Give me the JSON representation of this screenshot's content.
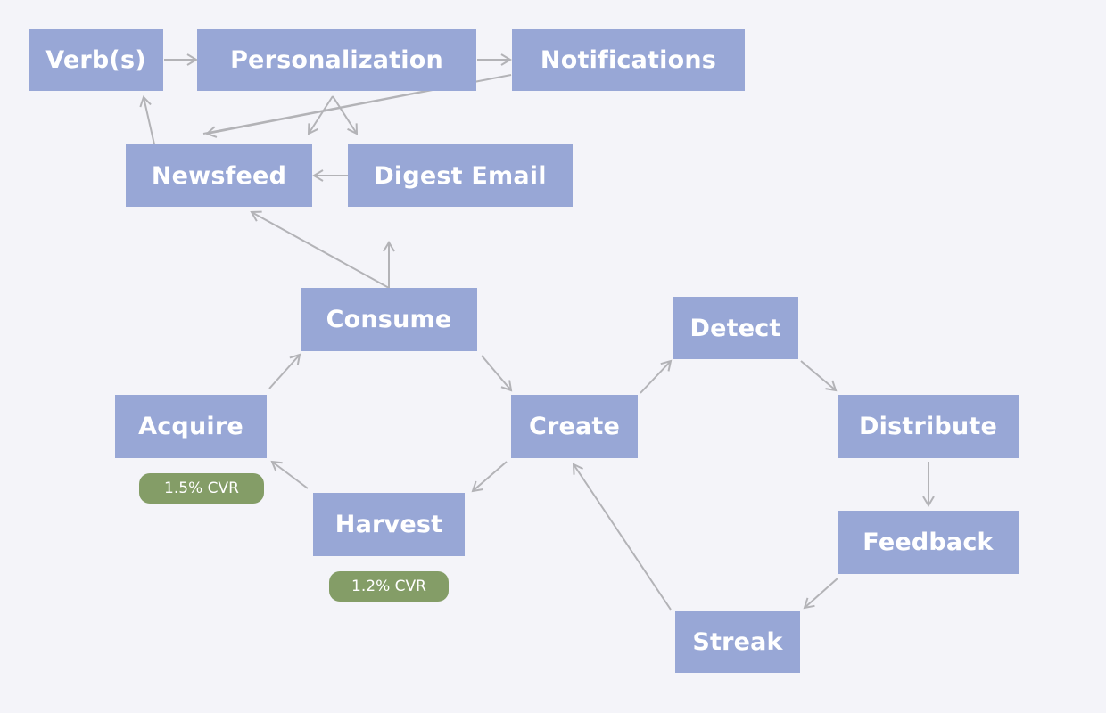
{
  "nodes": {
    "verbs": "Verb(s)",
    "personalization": "Personalization",
    "notifications": "Notifications",
    "newsfeed": "Newsfeed",
    "digest_email": "Digest Email",
    "consume": "Consume",
    "acquire": "Acquire",
    "create": "Create",
    "harvest": "Harvest",
    "detect": "Detect",
    "distribute": "Distribute",
    "feedback": "Feedback",
    "streak": "Streak"
  },
  "badges": {
    "acquire_cvr": "1.5% CVR",
    "harvest_cvr": "1.2% CVR"
  },
  "colors": {
    "background": "#f4f4f9",
    "node": "#98a7d6",
    "node_text": "#ffffff",
    "badge": "#849d67",
    "arrow": "#b3b3b7"
  },
  "edges": [
    {
      "from": "verbs",
      "to": "personalization"
    },
    {
      "from": "personalization",
      "to": "notifications"
    },
    {
      "from": "notifications",
      "to": "newsfeed"
    },
    {
      "from": "personalization",
      "to": "newsfeed"
    },
    {
      "from": "personalization",
      "to": "digest_email"
    },
    {
      "from": "newsfeed",
      "to": "verbs"
    },
    {
      "from": "digest_email",
      "to": "newsfeed"
    },
    {
      "from": "consume",
      "to": "newsfeed"
    },
    {
      "from": "consume",
      "to": "up"
    },
    {
      "from": "acquire",
      "to": "consume"
    },
    {
      "from": "consume",
      "to": "create"
    },
    {
      "from": "create",
      "to": "harvest"
    },
    {
      "from": "harvest",
      "to": "acquire"
    },
    {
      "from": "create",
      "to": "detect"
    },
    {
      "from": "detect",
      "to": "distribute"
    },
    {
      "from": "distribute",
      "to": "feedback"
    },
    {
      "from": "feedback",
      "to": "streak"
    },
    {
      "from": "streak",
      "to": "create"
    }
  ]
}
